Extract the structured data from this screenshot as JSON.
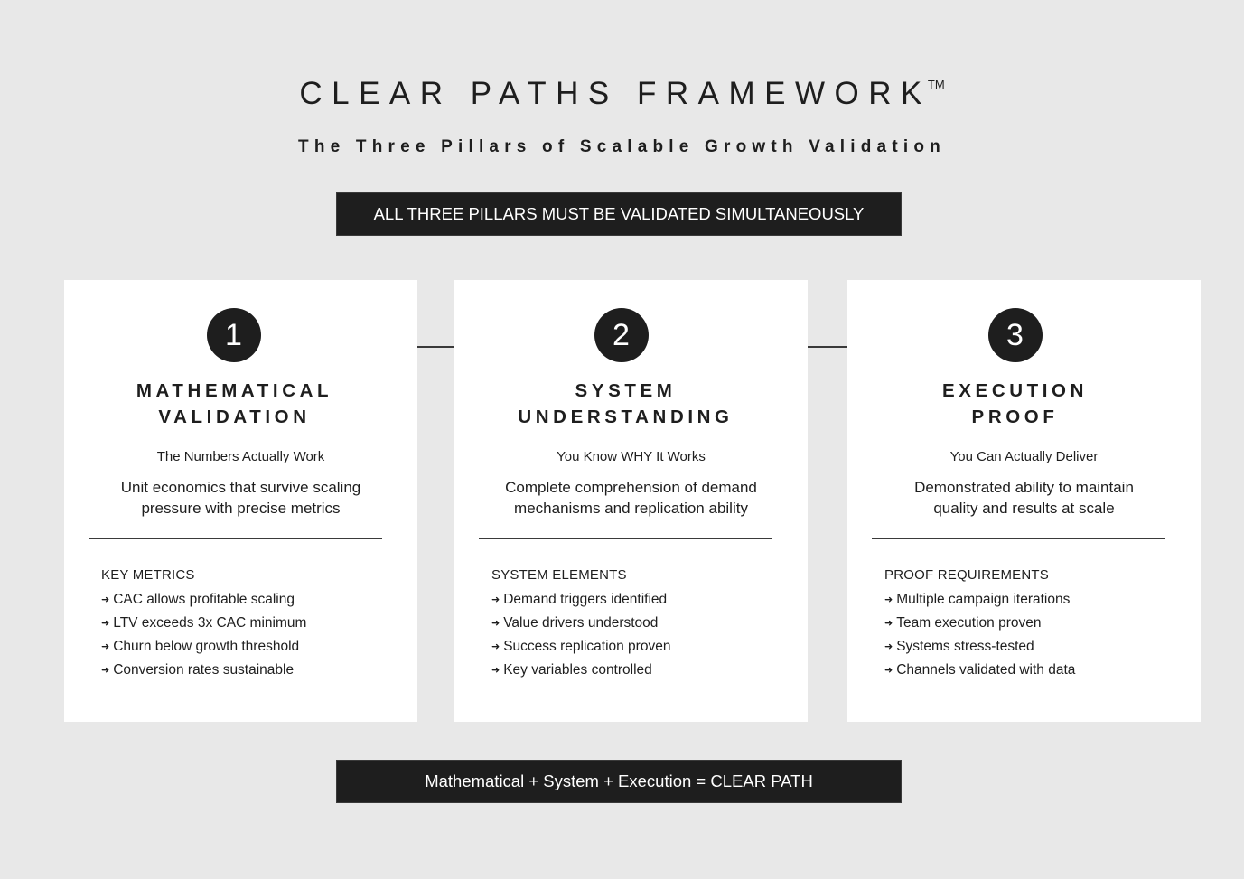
{
  "header": {
    "title": "CLEAR PATHS FRAMEWORK",
    "trademark": "TM",
    "subtitle": "The Three Pillars of Scalable Growth Validation"
  },
  "top_banner": "ALL THREE PILLARS MUST BE VALIDATED SIMULTANEOUSLY",
  "bottom_banner": "Mathematical + System + Execution = CLEAR PATH",
  "arrow_icon": "➜",
  "pillars": [
    {
      "number": "1",
      "title_line1": "MATHEMATICAL",
      "title_line2": "VALIDATION",
      "tagline": "The Numbers Actually Work",
      "desc_line1": "Unit economics that survive scaling",
      "desc_line2": "pressure with precise metrics",
      "list_heading": "KEY METRICS",
      "items": [
        "CAC allows profitable scaling",
        "LTV exceeds 3x CAC minimum",
        "Churn below growth threshold",
        "Conversion rates sustainable"
      ]
    },
    {
      "number": "2",
      "title_line1": "SYSTEM",
      "title_line2": "UNDERSTANDING",
      "tagline": "You Know WHY It Works",
      "desc_line1": "Complete comprehension of demand",
      "desc_line2": "mechanisms and replication ability",
      "list_heading": "SYSTEM ELEMENTS",
      "items": [
        "Demand triggers identified",
        "Value drivers understood",
        "Success replication proven",
        "Key variables controlled"
      ]
    },
    {
      "number": "3",
      "title_line1": "EXECUTION",
      "title_line2": "PROOF",
      "tagline": "You Can Actually Deliver",
      "desc_line1": "Demonstrated ability to maintain",
      "desc_line2": "quality and results at scale",
      "list_heading": "PROOF REQUIREMENTS",
      "items": [
        "Multiple campaign iterations",
        "Team execution proven",
        "Systems stress-tested",
        "Channels validated with data"
      ]
    }
  ],
  "colors": {
    "background": "#e8e8e8",
    "card": "#ffffff",
    "dark": "#1e1e1e",
    "rule": "#3a3a3a"
  }
}
